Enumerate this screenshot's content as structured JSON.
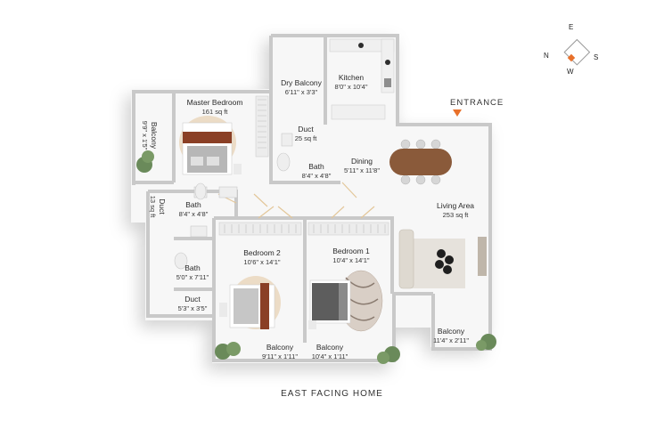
{
  "entrance_label": "ENTRANCE",
  "footer": "EAST FACING HOME",
  "compass": {
    "n": "N",
    "e": "E",
    "s": "S",
    "w": "W",
    "accent": "#e8702a"
  },
  "rooms": {
    "dry_balcony": {
      "name": "Dry Balcony",
      "size": "6'11\" x 3'3\""
    },
    "kitchen": {
      "name": "Kitchen",
      "size": "8'0\" x 10'4\""
    },
    "master_bedroom": {
      "name": "Master Bedroom",
      "size": "161 sq ft"
    },
    "balcony_master": {
      "name": "Balcony",
      "size": "9'9\" x 1'5\""
    },
    "duct_top": {
      "name": "Duct",
      "size": "25 sq ft"
    },
    "bath_center": {
      "name": "Bath",
      "size": "8'4\" x 4'8\""
    },
    "dining": {
      "name": "Dining",
      "size": "5'11\" x 11'8\""
    },
    "duct_left": {
      "name": "Duct",
      "size": "13 sq ft"
    },
    "bath_master": {
      "name": "Bath",
      "size": "8'4\" x 4'8\""
    },
    "living": {
      "name": "Living Area",
      "size": "253 sq ft"
    },
    "bedroom2": {
      "name": "Bedroom 2",
      "size": "10'6\" x 14'1\""
    },
    "bedroom1": {
      "name": "Bedroom 1",
      "size": "10'4\" x 14'1\""
    },
    "bath_lower": {
      "name": "Bath",
      "size": "5'0\" x 7'11\""
    },
    "duct_lower": {
      "name": "Duct",
      "size": "5'3\" x 3'5\""
    },
    "balcony_living": {
      "name": "Balcony",
      "size": "11'4\" x 2'11\""
    },
    "balcony_b2": {
      "name": "Balcony",
      "size": "9'11\" x 1'11\""
    },
    "balcony_b1": {
      "name": "Balcony",
      "size": "10'4\" x 1'11\""
    }
  }
}
